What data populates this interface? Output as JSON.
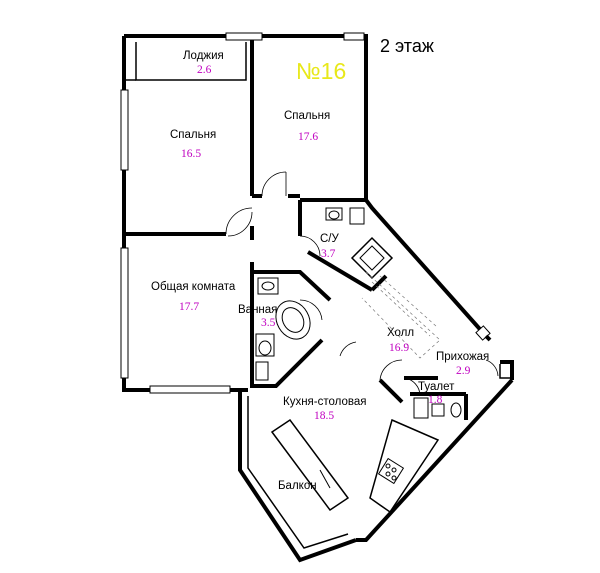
{
  "header": {
    "floor": "2 этаж",
    "apartment": "№16",
    "colors": {
      "apartment": "#e8e81a",
      "area": "#c000c0"
    }
  },
  "rooms": [
    {
      "id": "loggia",
      "name": "Лоджия",
      "area": "2.6"
    },
    {
      "id": "bedroom-left",
      "name": "Спальня",
      "area": "16.5"
    },
    {
      "id": "bedroom-right",
      "name": "Спальня",
      "area": "17.6"
    },
    {
      "id": "wc1",
      "name": "С/У",
      "area": "3.7"
    },
    {
      "id": "living",
      "name": "Общая комната",
      "area": "17.7"
    },
    {
      "id": "bath",
      "name": "Ванная",
      "area": "3.5"
    },
    {
      "id": "hall",
      "name": "Холл",
      "area": "16.9"
    },
    {
      "id": "entry",
      "name": "Прихожая",
      "area": "2.9"
    },
    {
      "id": "toilet",
      "name": "Туалет",
      "area": "1.8"
    },
    {
      "id": "kitchen",
      "name": "Кухня-столовая",
      "area": "18.5"
    },
    {
      "id": "balcony",
      "name": "Балкон"
    }
  ]
}
